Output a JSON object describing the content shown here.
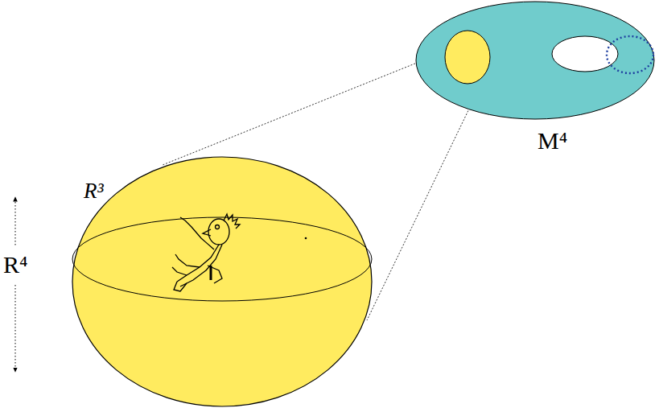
{
  "diagram": {
    "labels": [
      "R³",
      "R⁴",
      "M⁴"
    ]
  }
}
